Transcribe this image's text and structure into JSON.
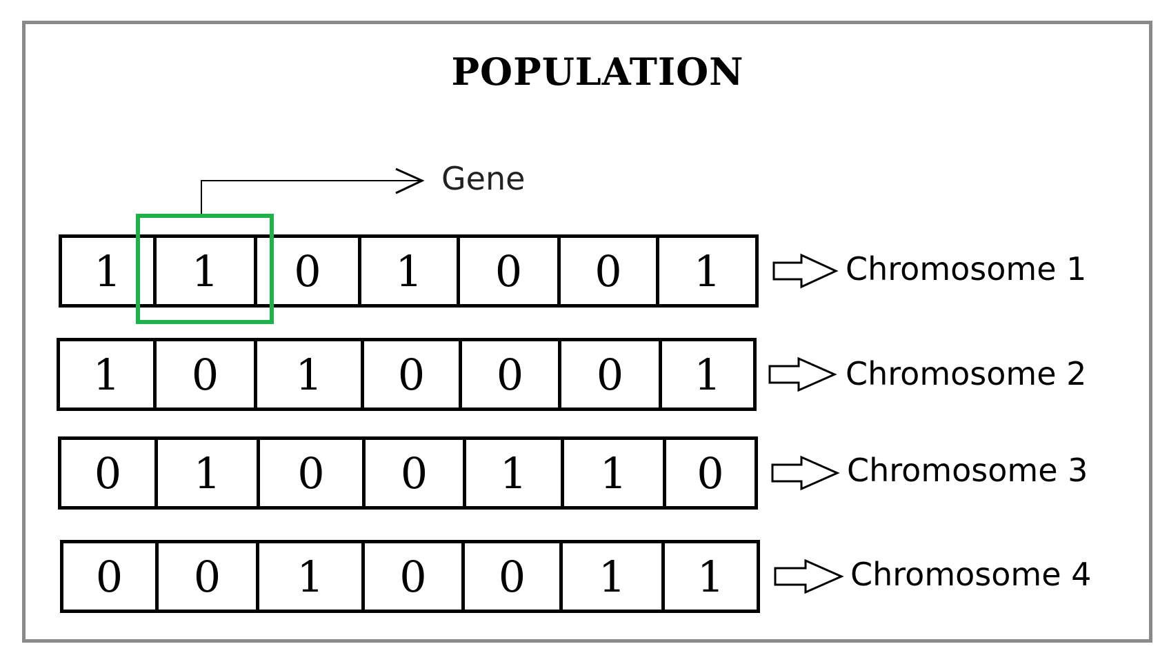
{
  "title": "POPULATION",
  "gene_label": "Gene",
  "highlight_color": "#1fb24a",
  "frame_color": "#8a8a8a",
  "chromosomes": [
    {
      "label": "Chromosome 1",
      "genes": [
        "1",
        "1",
        "0",
        "1",
        "0",
        "0",
        "1"
      ]
    },
    {
      "label": "Chromosome 2",
      "genes": [
        "1",
        "0",
        "1",
        "0",
        "0",
        "0",
        "1"
      ]
    },
    {
      "label": "Chromosome 3",
      "genes": [
        "0",
        "1",
        "0",
        "0",
        "1",
        "1",
        "0"
      ]
    },
    {
      "label": "Chromosome 4",
      "genes": [
        "0",
        "0",
        "1",
        "0",
        "0",
        "1",
        "1"
      ]
    }
  ],
  "highlighted_gene": {
    "chromosome": 1,
    "position": 2
  }
}
